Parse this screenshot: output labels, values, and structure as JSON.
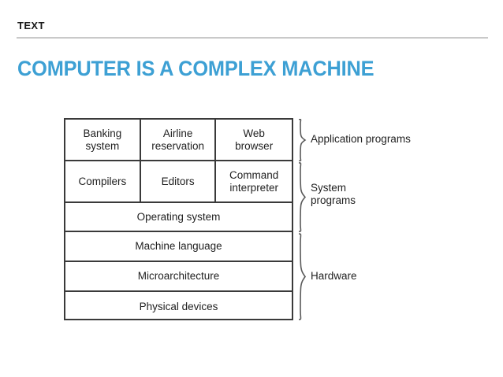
{
  "slide": {
    "header_label": "TEXT",
    "title": "COMPUTER IS A COMPLEX MACHINE",
    "title_color": "#3da0d4",
    "rule_color": "#c9c9c9",
    "background_color": "#ffffff"
  },
  "diagram": {
    "name": "computer-system-layers",
    "border_color": "#3a3a3a",
    "rows": [
      {
        "row_index": 0,
        "cells": [
          {
            "label": "Banking\nsystem"
          },
          {
            "label": "Airline\nreservation"
          },
          {
            "label": "Web\nbrowser"
          }
        ]
      },
      {
        "row_index": 1,
        "cells": [
          {
            "label": "Compilers"
          },
          {
            "label": "Editors"
          },
          {
            "label": "Command\ninterpreter"
          }
        ]
      },
      {
        "row_index": 2,
        "cells": [
          {
            "label": "Operating system"
          }
        ]
      },
      {
        "row_index": 3,
        "cells": [
          {
            "label": "Machine language"
          }
        ]
      },
      {
        "row_index": 4,
        "cells": [
          {
            "label": "Microarchitecture"
          }
        ]
      },
      {
        "row_index": 5,
        "cells": [
          {
            "label": "Physical devices"
          }
        ]
      }
    ],
    "groups": [
      {
        "label": "Application programs",
        "spans_rows": [
          0
        ]
      },
      {
        "label": "System\nprograms",
        "spans_rows": [
          1,
          2
        ]
      },
      {
        "label": "Hardware",
        "spans_rows": [
          3,
          4,
          5
        ]
      }
    ]
  }
}
